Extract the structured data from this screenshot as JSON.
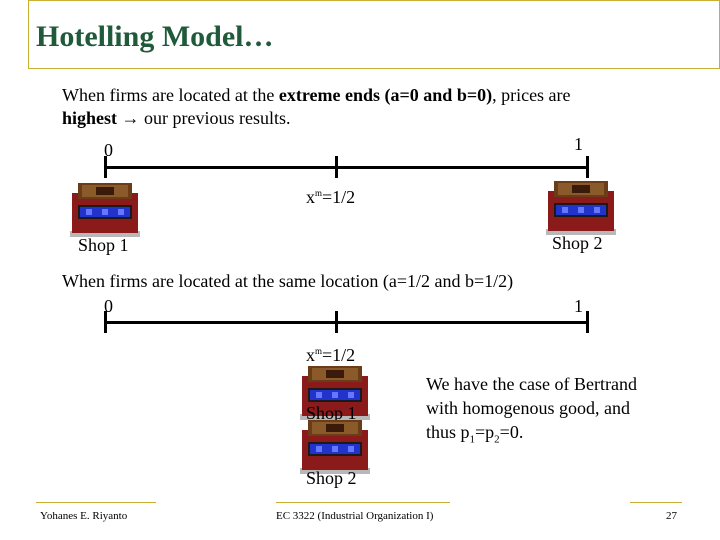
{
  "slide": {
    "title": "Hotelling Model…",
    "intro_line1_pre": "When firms are located at the ",
    "intro_line1_bold": "extreme ends (a=0 and b=0)",
    "intro_line1_post": ", prices are",
    "intro_line2_bold": "highest",
    "intro_line2_post": " our previous results.",
    "arrow": "→",
    "line1": {
      "left_label": "0",
      "right_label": "1",
      "mid_label": "x=1/2",
      "mid_sup": "m"
    },
    "shop1_label": "Shop 1",
    "shop2_label": "Shop 2",
    "section2_text": "When firms are located at the same location (a=1/2 and b=1/2)",
    "line2": {
      "left_label": "0",
      "right_label": "1",
      "mid_label": "x=1/2",
      "mid_sup": "m"
    },
    "shop1_label_b": "Shop 1",
    "shop2_label_b": "Shop 2",
    "note_line1": "We have the case of Bertrand",
    "note_line2": "with homogenous good, and",
    "note_line3_pre": "thus p",
    "note_sub1": "1",
    "note_mid": "=p",
    "note_sub2": "2",
    "note_post": "=0."
  },
  "footer": {
    "author": "Yohanes E. Riyanto",
    "course": "EC 3322 (Industrial Organization I)",
    "page": "27"
  },
  "colors": {
    "title": "#1f5a3a",
    "frame": "#c8b037",
    "shop_roof": "#7a4a20",
    "shop_body": "#8b1a1a",
    "shop_window": "#2233cc"
  }
}
